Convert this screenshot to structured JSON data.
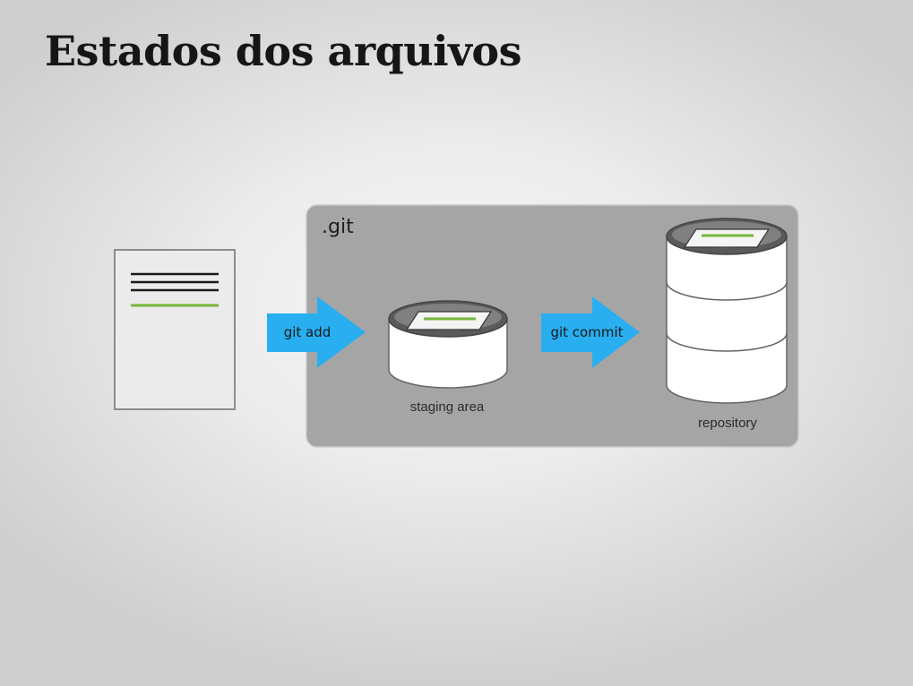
{
  "slide": {
    "title": "Estados dos arquivos"
  },
  "diagram": {
    "container_label": ".git",
    "arrows": [
      {
        "label": "git add"
      },
      {
        "label": "git commit"
      }
    ],
    "stores": [
      {
        "label": "staging area"
      },
      {
        "label": "repository"
      }
    ],
    "colors": {
      "container_fill": "#a5a5a5",
      "arrow_fill": "#29aef0",
      "highlight_line": "#76b53a",
      "document_fill": "#ebebeb",
      "cylinder_fill": "#ffffff",
      "cylinder_top": "#5a5a5a"
    }
  }
}
